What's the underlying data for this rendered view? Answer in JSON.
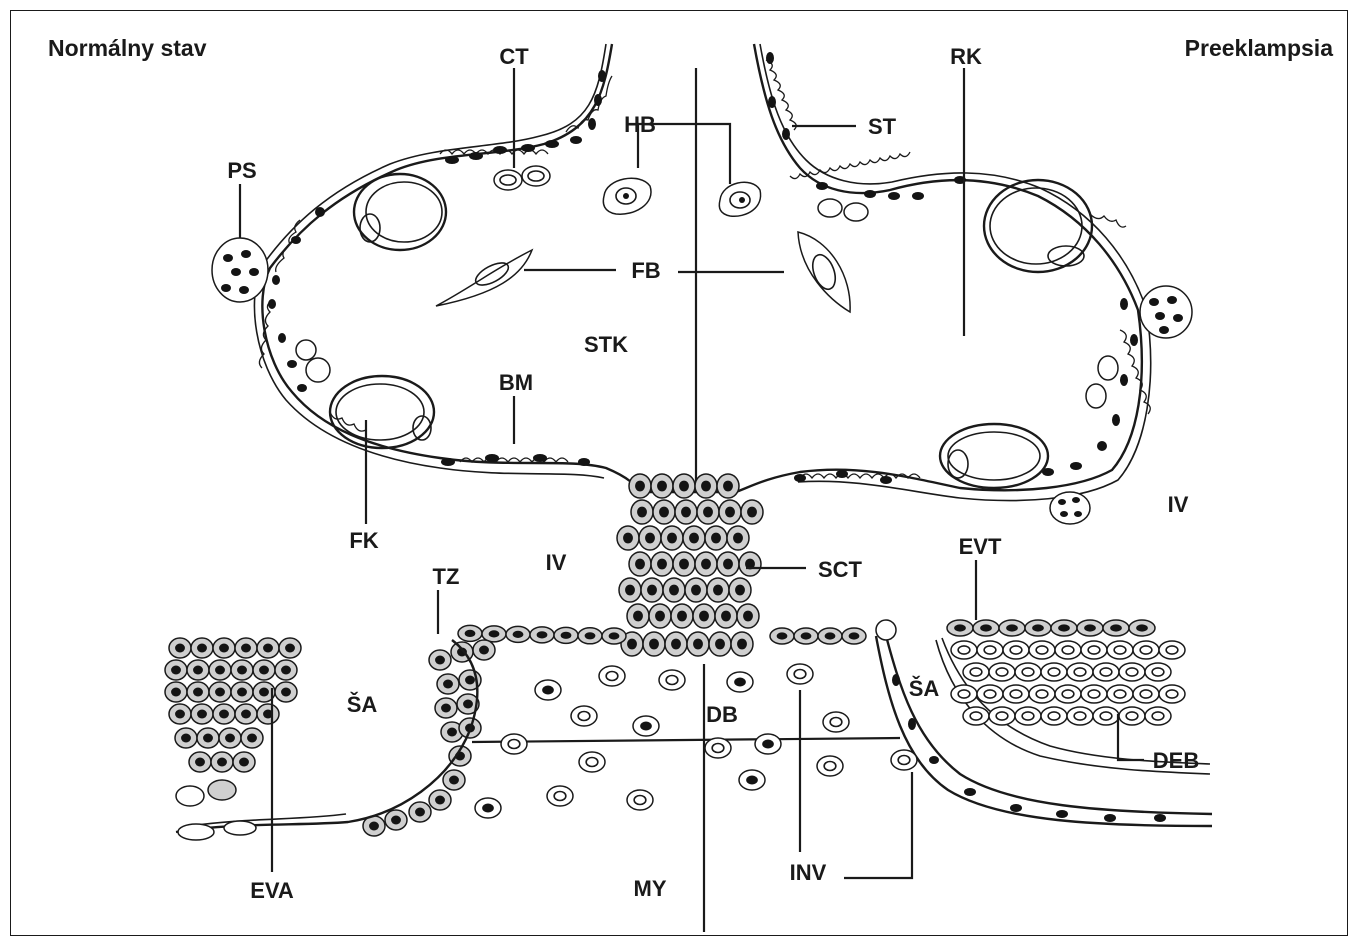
{
  "titles": {
    "left": "Normálny stav",
    "right": "Preeklampsia"
  },
  "labels": {
    "CT": "CT",
    "RK": "RK",
    "HB": "HB",
    "ST": "ST",
    "PS": "PS",
    "FB": "FB",
    "STK": "STK",
    "BM": "BM",
    "FK": "FK",
    "IV_left": "IV",
    "IV_right": "IV",
    "SCT": "SCT",
    "EVT": "EVT",
    "TZ": "TZ",
    "SA_left": "ŠA",
    "SA_right": "ŠA",
    "DB": "DB",
    "DEB": "DEB",
    "EVA": "EVA",
    "MY": "MY",
    "INV": "INV"
  },
  "colors": {
    "ink": "#1a1a1a",
    "paper": "#ffffff"
  }
}
